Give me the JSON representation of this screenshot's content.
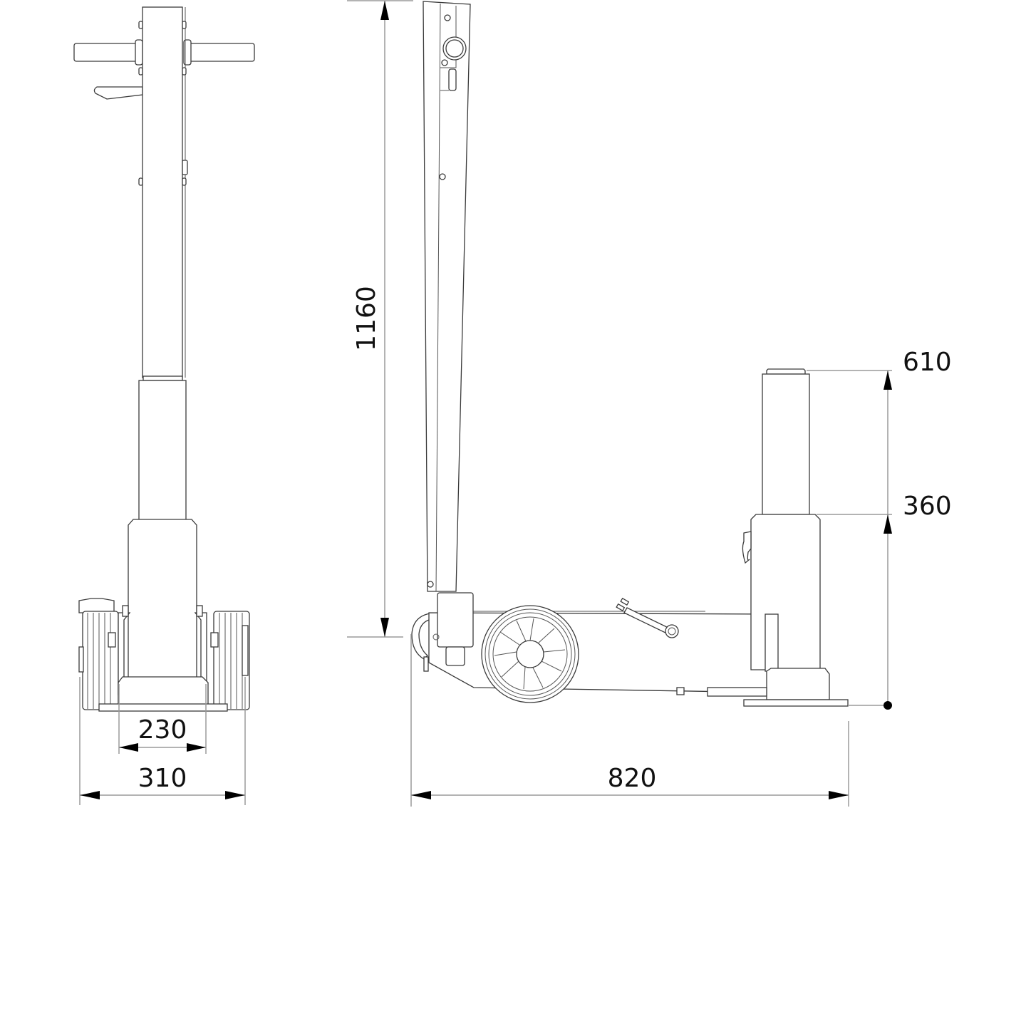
{
  "diagram": {
    "type": "technical-drawing",
    "subject": "air-hydraulic trolley jack",
    "views": [
      {
        "name": "front-view",
        "description": "front elevation with handle bar, column and twin wheels"
      },
      {
        "name": "side-view",
        "description": "side elevation with tilted handle, chassis, wheel and two-stage ram"
      }
    ]
  },
  "dimensions": {
    "front_inner_width": "230",
    "front_overall_width": "310",
    "side_handle_height": "1160",
    "side_overall_length": "820",
    "side_max_lift_height": "610",
    "side_min_height": "360"
  },
  "colors": {
    "line": "#3a3a3a",
    "dimension_line": "#9a9a9a",
    "arrow": "#000000",
    "background": "#ffffff"
  }
}
